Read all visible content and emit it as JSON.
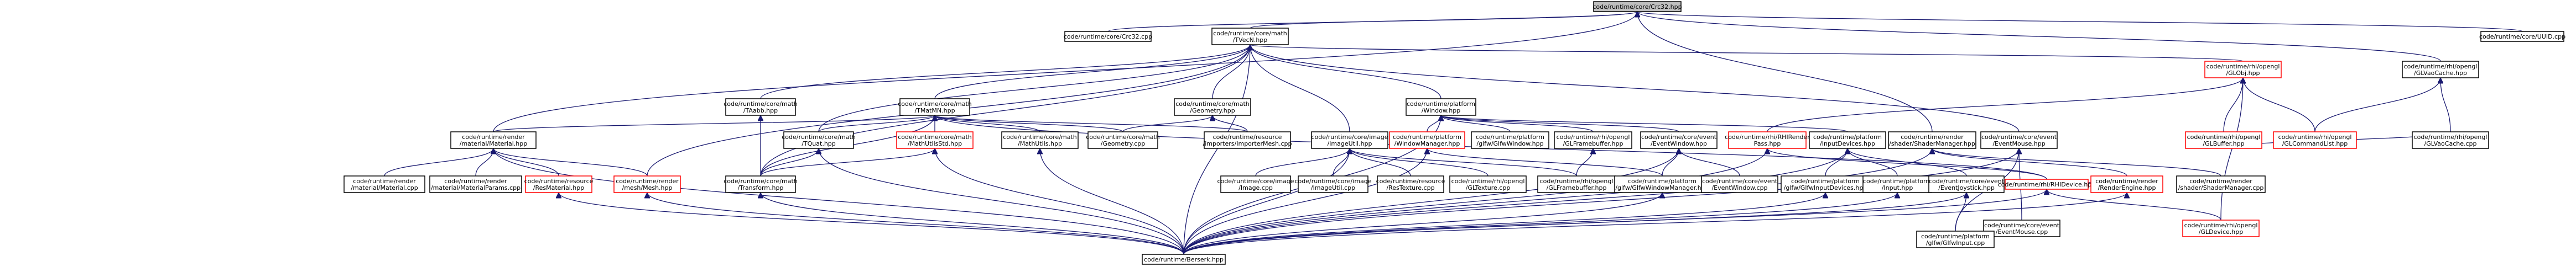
{
  "graph": {
    "kind": "include-dependency-graph",
    "colors": {
      "edge": "#191970",
      "highlight_fill": "#bfbfbf",
      "missing_border": "#ff0000"
    },
    "nodes": [
      {
        "id": "crc32_hpp",
        "lines": [
          "code/runtime/core/Crc32.hpp"
        ],
        "style": "highlight"
      },
      {
        "id": "crc32_cpp",
        "lines": [
          "code/runtime/core/Crc32.cpp"
        ]
      },
      {
        "id": "tvecn_hpp",
        "lines": [
          "code/runtime/core/math",
          "/TVecN.hpp"
        ]
      },
      {
        "id": "uuid_cpp",
        "lines": [
          "code/runtime/core/UUID.cpp"
        ]
      },
      {
        "id": "globj_hpp",
        "lines": [
          "code/runtime/rhi/opengl",
          "/GLObj.hpp"
        ],
        "style": "red"
      },
      {
        "id": "glvaocache_hpp",
        "lines": [
          "code/runtime/rhi/opengl",
          "/GLVaoCache.hpp"
        ]
      },
      {
        "id": "taabb_hpp",
        "lines": [
          "code/runtime/core/math",
          "/TAabb.hpp"
        ]
      },
      {
        "id": "tmatmn_hpp",
        "lines": [
          "code/runtime/core/math",
          "/TMatMN.hpp"
        ]
      },
      {
        "id": "geometry_hpp",
        "lines": [
          "code/runtime/core/math",
          "/Geometry.hpp"
        ]
      },
      {
        "id": "window_hpp",
        "lines": [
          "code/runtime/platform",
          "/Window.hpp"
        ]
      },
      {
        "id": "shadermanager_hpp",
        "lines": [
          "code/runtime/render",
          "/shader/ShaderManager.hpp"
        ]
      },
      {
        "id": "material_hpp",
        "lines": [
          "code/runtime/render",
          "/material/Material.hpp"
        ]
      },
      {
        "id": "tquat_hpp",
        "lines": [
          "code/runtime/core/math",
          "/TQuat.hpp"
        ]
      },
      {
        "id": "mathutilstd_hpp",
        "lines": [
          "code/runtime/core/math",
          "/MathUtilsStd.hpp"
        ],
        "style": "red"
      },
      {
        "id": "mathutils_hpp",
        "lines": [
          "code/runtime/core/math",
          "/MathUtils.hpp"
        ]
      },
      {
        "id": "geometry_cpp",
        "lines": [
          "code/runtime/core/math",
          "/Geometry.cpp"
        ]
      },
      {
        "id": "importermesh_cpp",
        "lines": [
          "code/runtime/resource",
          "/importers/ImporterMesh.cpp"
        ]
      },
      {
        "id": "imageutil_hpp",
        "lines": [
          "code/runtime/core/image",
          "/ImageUtil.hpp"
        ]
      },
      {
        "id": "windowmanager_hpp",
        "lines": [
          "code/runtime/platform",
          "/WindowManager.hpp"
        ],
        "style": "red"
      },
      {
        "id": "glfwwindow_hpp",
        "lines": [
          "code/runtime/platform",
          "/glfw/GlfwWindow.hpp"
        ]
      },
      {
        "id": "glframebuffer_hpp_a",
        "lines": [
          "code/runtime/rhi/opengl",
          "/GLFramebuffer.hpp"
        ]
      },
      {
        "id": "eventwindow_hpp",
        "lines": [
          "code/runtime/core/event",
          "/EventWindow.hpp"
        ]
      },
      {
        "id": "rhirenderpass_hpp",
        "lines": [
          "code/runtime/rhi/RHIRender",
          "Pass.hpp"
        ],
        "style": "red"
      },
      {
        "id": "inputdevices_hpp",
        "lines": [
          "code/runtime/platform",
          "/InputDevices.hpp"
        ]
      },
      {
        "id": "glbuffer_hpp",
        "lines": [
          "code/runtime/rhi/opengl",
          "/GLBuffer.hpp"
        ],
        "style": "red"
      },
      {
        "id": "glcommandlist_hpp",
        "lines": [
          "code/runtime/rhi/opengl",
          "/GLCommandList.hpp"
        ],
        "style": "red"
      },
      {
        "id": "glvaocache_cpp",
        "lines": [
          "code/runtime/rhi/opengl",
          "/GLVaoCache.cpp"
        ]
      },
      {
        "id": "eventmouse_hpp",
        "lines": [
          "code/runtime/core/event",
          "/EventMouse.hpp"
        ]
      },
      {
        "id": "material_cpp",
        "lines": [
          "code/runtime/render",
          "/material/Material.cpp"
        ]
      },
      {
        "id": "materialparams_cpp",
        "lines": [
          "code/runtime/render",
          "/material/MaterialParams.cpp"
        ]
      },
      {
        "id": "resmaterial_hpp",
        "lines": [
          "code/runtime/resource",
          "/ResMaterial.hpp"
        ],
        "style": "red"
      },
      {
        "id": "mesh_hpp",
        "lines": [
          "code/runtime/render",
          "/mesh/Mesh.hpp"
        ],
        "style": "red"
      },
      {
        "id": "transform_hpp",
        "lines": [
          "code/runtime/core/math",
          "/Transform.hpp"
        ]
      },
      {
        "id": "image_cpp",
        "lines": [
          "code/runtime/core/image",
          "/Image.cpp"
        ]
      },
      {
        "id": "imageutil_cpp",
        "lines": [
          "code/runtime/core/image",
          "/ImageUtil.cpp"
        ]
      },
      {
        "id": "restexture_cpp",
        "lines": [
          "code/runtime/resource",
          "/ResTexture.cpp"
        ]
      },
      {
        "id": "gltexture_cpp",
        "lines": [
          "code/runtime/rhi/opengl",
          "/GLTexture.cpp"
        ]
      },
      {
        "id": "glframebuffer_hpp_b",
        "lines": [
          "code/runtime/rhi/opengl",
          "/GLFramebuffer.hpp"
        ]
      },
      {
        "id": "glfwwindowmanager_hpp",
        "lines": [
          "code/runtime/platform",
          "/glfw/GlfwWindowManager.hpp"
        ]
      },
      {
        "id": "eventwindow_cpp",
        "lines": [
          "code/runtime/core/event",
          "/EventWindow.cpp"
        ]
      },
      {
        "id": "glfwinputdevices_hpp",
        "lines": [
          "code/runtime/platform",
          "/glfw/GlfwInputDevices.hpp"
        ]
      },
      {
        "id": "input_hpp",
        "lines": [
          "code/runtime/platform",
          "/Input.hpp"
        ]
      },
      {
        "id": "eventjoystick_hpp",
        "lines": [
          "code/runtime/core/event",
          "/EventJoystick.hpp"
        ]
      },
      {
        "id": "rhidevice_hpp",
        "lines": [
          "code/runtime/rhi/RHIDevice.hpp"
        ],
        "style": "red"
      },
      {
        "id": "renderengine_hpp",
        "lines": [
          "code/runtime/render",
          "/RenderEngine.hpp"
        ],
        "style": "red"
      },
      {
        "id": "shadermanager_cpp",
        "lines": [
          "code/runtime/render",
          "/shader/ShaderManager.cpp"
        ]
      },
      {
        "id": "eventmouse_cpp",
        "lines": [
          "code/runtime/core/event",
          "/EventMouse.cpp"
        ]
      },
      {
        "id": "gldevice_hpp",
        "lines": [
          "code/runtime/rhi/opengl",
          "/GLDevice.hpp"
        ],
        "style": "red"
      },
      {
        "id": "glfwinput_cpp",
        "lines": [
          "code/runtime/platform",
          "/glfw/GlfwInput.cpp"
        ]
      },
      {
        "id": "berserk_hpp",
        "lines": [
          "code/runtime/Berserk.hpp"
        ]
      }
    ],
    "edges": [
      [
        "crc32_hpp",
        "crc32_cpp"
      ],
      [
        "crc32_hpp",
        "tvecn_hpp"
      ],
      [
        "crc32_hpp",
        "uuid_cpp"
      ],
      [
        "crc32_hpp",
        "glvaocache_hpp"
      ],
      [
        "crc32_hpp",
        "shadermanager_hpp"
      ],
      [
        "crc32_hpp",
        "material_hpp"
      ],
      [
        "tvecn_hpp",
        "taabb_hpp"
      ],
      [
        "tvecn_hpp",
        "tmatmn_hpp"
      ],
      [
        "tvecn_hpp",
        "geometry_hpp"
      ],
      [
        "tvecn_hpp",
        "window_hpp"
      ],
      [
        "tvecn_hpp",
        "globj_hpp"
      ],
      [
        "tvecn_hpp",
        "imageutil_hpp"
      ],
      [
        "tvecn_hpp",
        "transform_hpp"
      ],
      [
        "tvecn_hpp",
        "mesh_hpp"
      ],
      [
        "tvecn_hpp",
        "eventmouse_hpp"
      ],
      [
        "tvecn_hpp",
        "berserk_hpp"
      ],
      [
        "tvecn_hpp",
        "tquat_hpp"
      ],
      [
        "globj_hpp",
        "glbuffer_hpp"
      ],
      [
        "globj_hpp",
        "glcommandlist_hpp"
      ],
      [
        "globj_hpp",
        "gldevice_hpp"
      ],
      [
        "globj_hpp",
        "rhirenderpass_hpp"
      ],
      [
        "glvaocache_hpp",
        "glvaocache_cpp"
      ],
      [
        "glvaocache_hpp",
        "glcommandlist_hpp"
      ],
      [
        "taabb_hpp",
        "transform_hpp"
      ],
      [
        "tmatmn_hpp",
        "material_hpp"
      ],
      [
        "tmatmn_hpp",
        "tquat_hpp"
      ],
      [
        "tmatmn_hpp",
        "mathutilstd_hpp"
      ],
      [
        "tmatmn_hpp",
        "mathutils_hpp"
      ],
      [
        "tmatmn_hpp",
        "geometry_cpp"
      ],
      [
        "tmatmn_hpp",
        "importermesh_cpp"
      ],
      [
        "tmatmn_hpp",
        "transform_hpp"
      ],
      [
        "tmatmn_hpp",
        "rhidevice_hpp"
      ],
      [
        "geometry_hpp",
        "geometry_cpp"
      ],
      [
        "geometry_hpp",
        "importermesh_cpp"
      ],
      [
        "window_hpp",
        "windowmanager_hpp"
      ],
      [
        "window_hpp",
        "glfwwindow_hpp"
      ],
      [
        "window_hpp",
        "glframebuffer_hpp_a"
      ],
      [
        "window_hpp",
        "eventwindow_hpp"
      ],
      [
        "window_hpp",
        "inputdevices_hpp"
      ],
      [
        "window_hpp",
        "berserk_hpp"
      ],
      [
        "shadermanager_hpp",
        "renderengine_hpp"
      ],
      [
        "shadermanager_hpp",
        "shadermanager_cpp"
      ],
      [
        "shadermanager_hpp",
        "berserk_hpp"
      ],
      [
        "material_hpp",
        "material_cpp"
      ],
      [
        "material_hpp",
        "materialparams_cpp"
      ],
      [
        "material_hpp",
        "resmaterial_hpp"
      ],
      [
        "material_hpp",
        "mesh_hpp"
      ],
      [
        "material_hpp",
        "berserk_hpp"
      ],
      [
        "tquat_hpp",
        "transform_hpp"
      ],
      [
        "tquat_hpp",
        "berserk_hpp"
      ],
      [
        "mathutilstd_hpp",
        "transform_hpp"
      ],
      [
        "mathutilstd_hpp",
        "berserk_hpp"
      ],
      [
        "mathutils_hpp",
        "berserk_hpp"
      ],
      [
        "imageutil_hpp",
        "image_cpp"
      ],
      [
        "imageutil_hpp",
        "imageutil_cpp"
      ],
      [
        "imageutil_hpp",
        "restexture_cpp"
      ],
      [
        "imageutil_hpp",
        "gltexture_cpp"
      ],
      [
        "imageutil_hpp",
        "glframebuffer_hpp_b"
      ],
      [
        "imageutil_hpp",
        "berserk_hpp"
      ],
      [
        "windowmanager_hpp",
        "glfwwindowmanager_hpp"
      ],
      [
        "windowmanager_hpp",
        "berserk_hpp"
      ],
      [
        "glframebuffer_hpp_a",
        "glframebuffer_hpp_b"
      ],
      [
        "eventwindow_hpp",
        "glfwwindowmanager_hpp"
      ],
      [
        "eventwindow_hpp",
        "eventwindow_cpp"
      ],
      [
        "eventwindow_hpp",
        "berserk_hpp"
      ],
      [
        "rhirenderpass_hpp",
        "rhidevice_hpp"
      ],
      [
        "rhirenderpass_hpp",
        "berserk_hpp"
      ],
      [
        "inputdevices_hpp",
        "glfwinputdevices_hpp"
      ],
      [
        "inputdevices_hpp",
        "input_hpp"
      ],
      [
        "inputdevices_hpp",
        "eventjoystick_hpp"
      ],
      [
        "inputdevices_hpp",
        "berserk_hpp"
      ],
      [
        "glbuffer_hpp",
        "glvaocache_cpp"
      ],
      [
        "eventmouse_hpp",
        "eventmouse_cpp"
      ],
      [
        "eventmouse_hpp",
        "glfwinput_cpp"
      ],
      [
        "eventmouse_hpp",
        "berserk_hpp"
      ],
      [
        "mesh_hpp",
        "berserk_hpp"
      ],
      [
        "transform_hpp",
        "berserk_hpp"
      ],
      [
        "input_hpp",
        "berserk_hpp"
      ],
      [
        "eventjoystick_hpp",
        "glfwinput_cpp"
      ],
      [
        "eventjoystick_hpp",
        "berserk_hpp"
      ],
      [
        "rhidevice_hpp",
        "gldevice_hpp"
      ],
      [
        "rhidevice_hpp",
        "renderengine_hpp"
      ],
      [
        "rhidevice_hpp",
        "berserk_hpp"
      ],
      [
        "renderengine_hpp",
        "berserk_hpp"
      ],
      [
        "resmaterial_hpp",
        "berserk_hpp"
      ],
      [
        "glfwinputdevices_hpp",
        "berserk_hpp"
      ],
      [
        "glfwwindowmanager_hpp",
        "berserk_hpp"
      ]
    ]
  }
}
